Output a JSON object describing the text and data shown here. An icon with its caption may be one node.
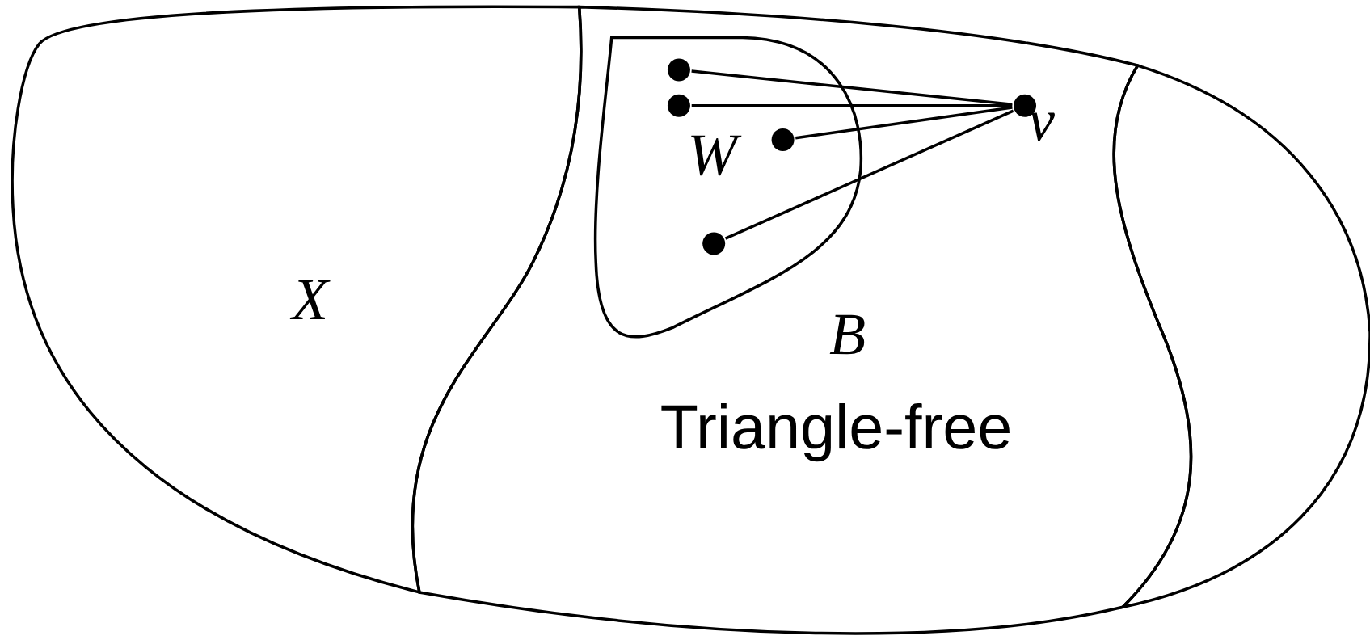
{
  "diagram": {
    "nodes": [
      {
        "text": [
          "X"
        ]
      },
      {
        "text": [
          "B",
          "Triangle-free"
        ]
      },
      {
        "text": [],
        "shape": "region"
      },
      {
        "text": [
          "W"
        ],
        "in": 1
      },
      {
        "text": [],
        "shape": "circle",
        "in": 3
      },
      {
        "text": [],
        "shape": "circle",
        "in": 3
      },
      {
        "text": [],
        "shape": "circle",
        "in": 3
      },
      {
        "text": [],
        "shape": "circle",
        "in": 3
      },
      {
        "text": [],
        "shape": "circle",
        "in": 1,
        "beside": [
          "v"
        ]
      }
    ],
    "edges": [
      {
        "from": 4,
        "to": 8,
        "arrow": "none"
      },
      {
        "from": 5,
        "to": 8,
        "arrow": "none"
      },
      {
        "from": 6,
        "to": 8,
        "arrow": "none"
      },
      {
        "from": 7,
        "to": 8,
        "arrow": "none"
      }
    ]
  }
}
